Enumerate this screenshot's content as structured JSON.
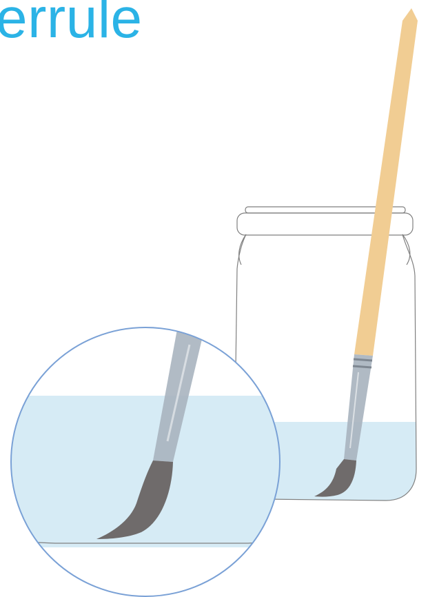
{
  "title": "errule",
  "colors": {
    "title": "#2bb3e6",
    "water": "#d6ebf5",
    "handle": "#f1cd93",
    "ferrule": "#a9b4bf",
    "bristles": "#6f6b6b",
    "jar_outline": "#7f7f7f",
    "magnifier_outline": "#7aa1d6"
  },
  "icons": [
    "water-jar",
    "paintbrush",
    "magnifier-circle"
  ]
}
